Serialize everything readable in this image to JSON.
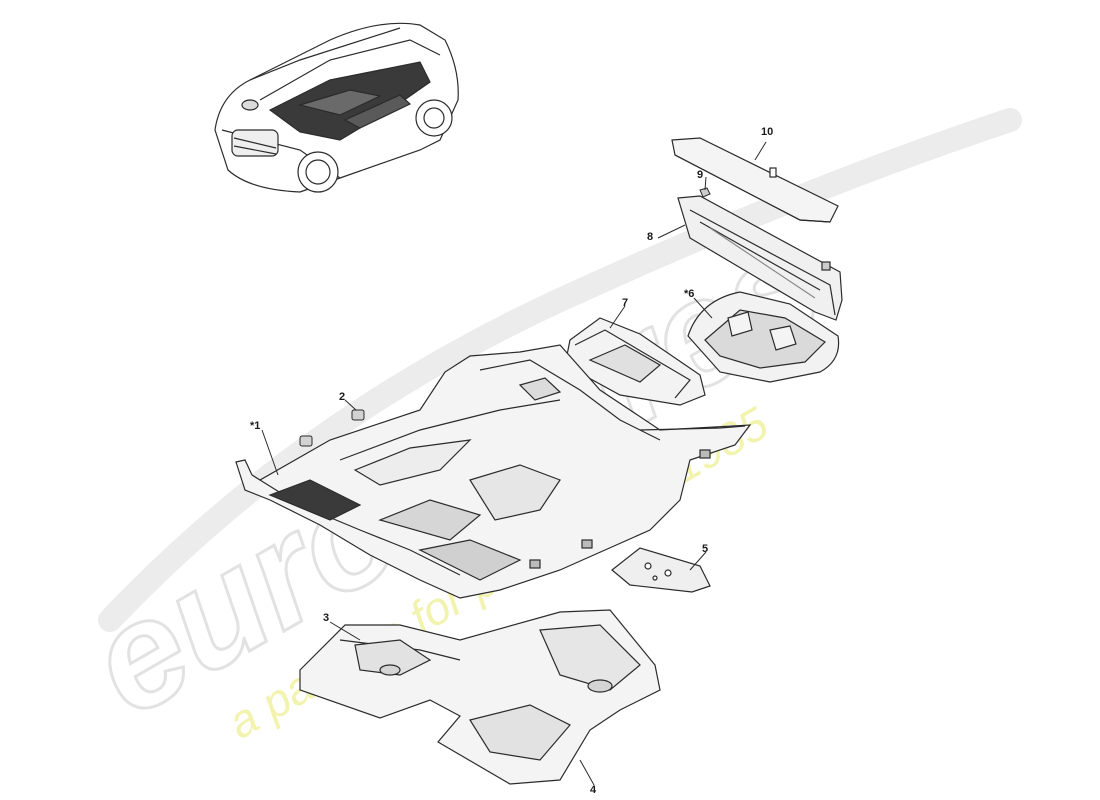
{
  "watermark": {
    "brand_text": "eurospares",
    "tagline": "a passion for parts since 1985",
    "brand_color": "#e4e4e4",
    "tagline_color": "#f2f2a8"
  },
  "callouts": [
    {
      "id": "10",
      "label": "10"
    },
    {
      "id": "9",
      "label": "9"
    },
    {
      "id": "8",
      "label": "8"
    },
    {
      "id": "7",
      "label": "7"
    },
    {
      "id": "6",
      "label": "*6"
    },
    {
      "id": "2",
      "label": "2"
    },
    {
      "id": "1",
      "label": "*1"
    },
    {
      "id": "5",
      "label": "5"
    },
    {
      "id": "3",
      "label": "3"
    },
    {
      "id": "4",
      "label": "4"
    }
  ],
  "colors": {
    "line": "#2b2b2b",
    "part_fill": "#f4f4f4",
    "shade": "#d8d8d8",
    "dark": "#3a3a3a"
  }
}
